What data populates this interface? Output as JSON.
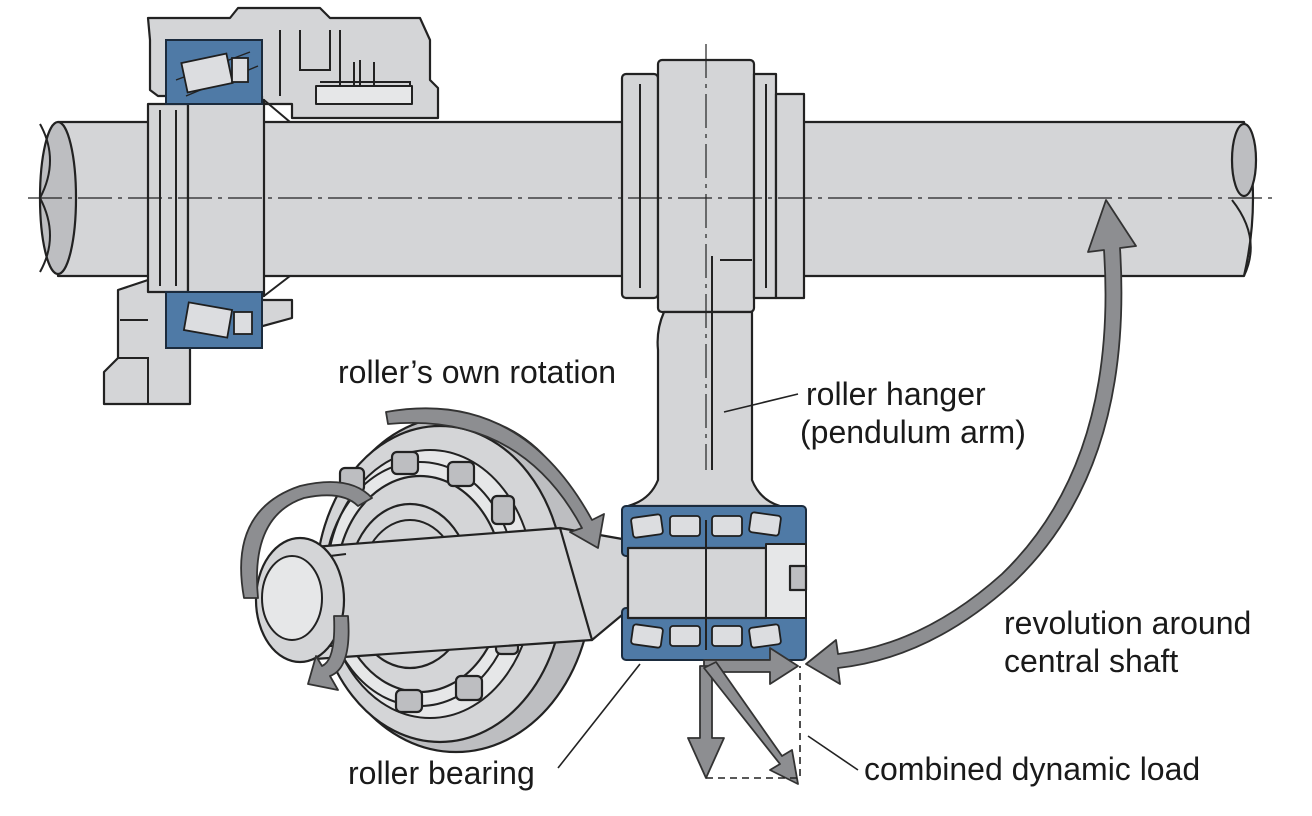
{
  "labels": {
    "roller_own_rotation": "roller’s own rotation",
    "roller_hanger_line1": "roller hanger",
    "roller_hanger_line2": "(pendulum arm)",
    "revolution_line1": "revolution around",
    "revolution_line2": "central shaft",
    "roller_bearing": "roller bearing",
    "combined_load": "combined dynamic load"
  },
  "colors": {
    "bearing_blue": "#4f7aa6",
    "steel_gray": "#d4d5d7",
    "arrow_gray": "#8d8e91"
  }
}
